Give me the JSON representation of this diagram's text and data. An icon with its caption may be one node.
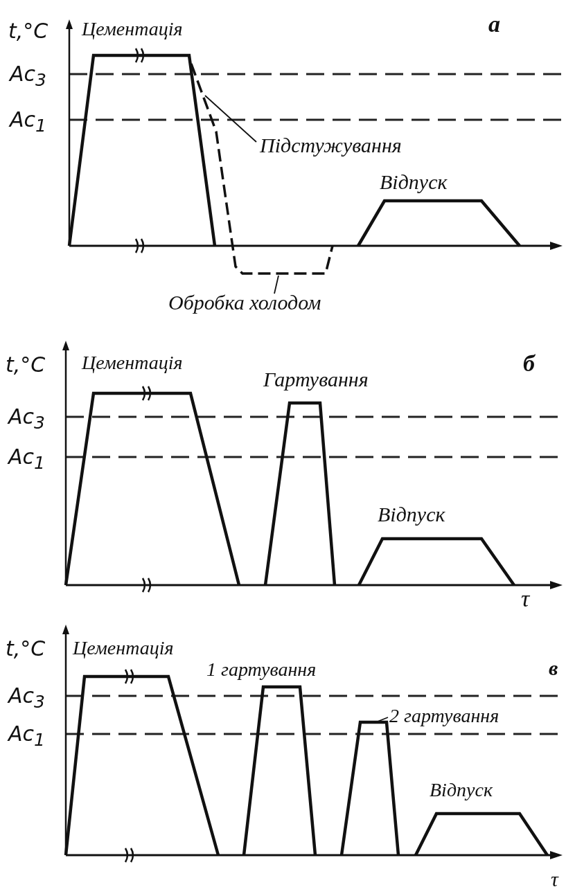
{
  "diagram": {
    "nodes": [
      {
        "text": [
          "Підстужування"
        ]
      },
      {
        "text": [
          "Обробка холодом"
        ]
      },
      {
        "text": [
          "2 гартування"
        ]
      }
    ],
    "edges": [
      {
        "from": 0,
        "to": null,
        "arrow": "none"
      },
      {
        "from": 1,
        "to": null,
        "arrow": "none"
      },
      {
        "from": 2,
        "to": null,
        "arrow": "none"
      }
    ],
    "labels": [
      "t,°C",
      "Цементація",
      "а",
      "Ac$_{3}$",
      "Ac$_{1}$",
      "Відпуск",
      "t,°C",
      "Цементація",
      "Гартування",
      "б",
      "Ac$_{3}$",
      "Ac$_{1}$",
      "Відпуск",
      "τ",
      "t,°C",
      "Цементація",
      "в",
      "1 гартування",
      "Ac$_{3}$",
      "Ac$_{1}$",
      "Відпуск",
      "τ"
    ]
  }
}
